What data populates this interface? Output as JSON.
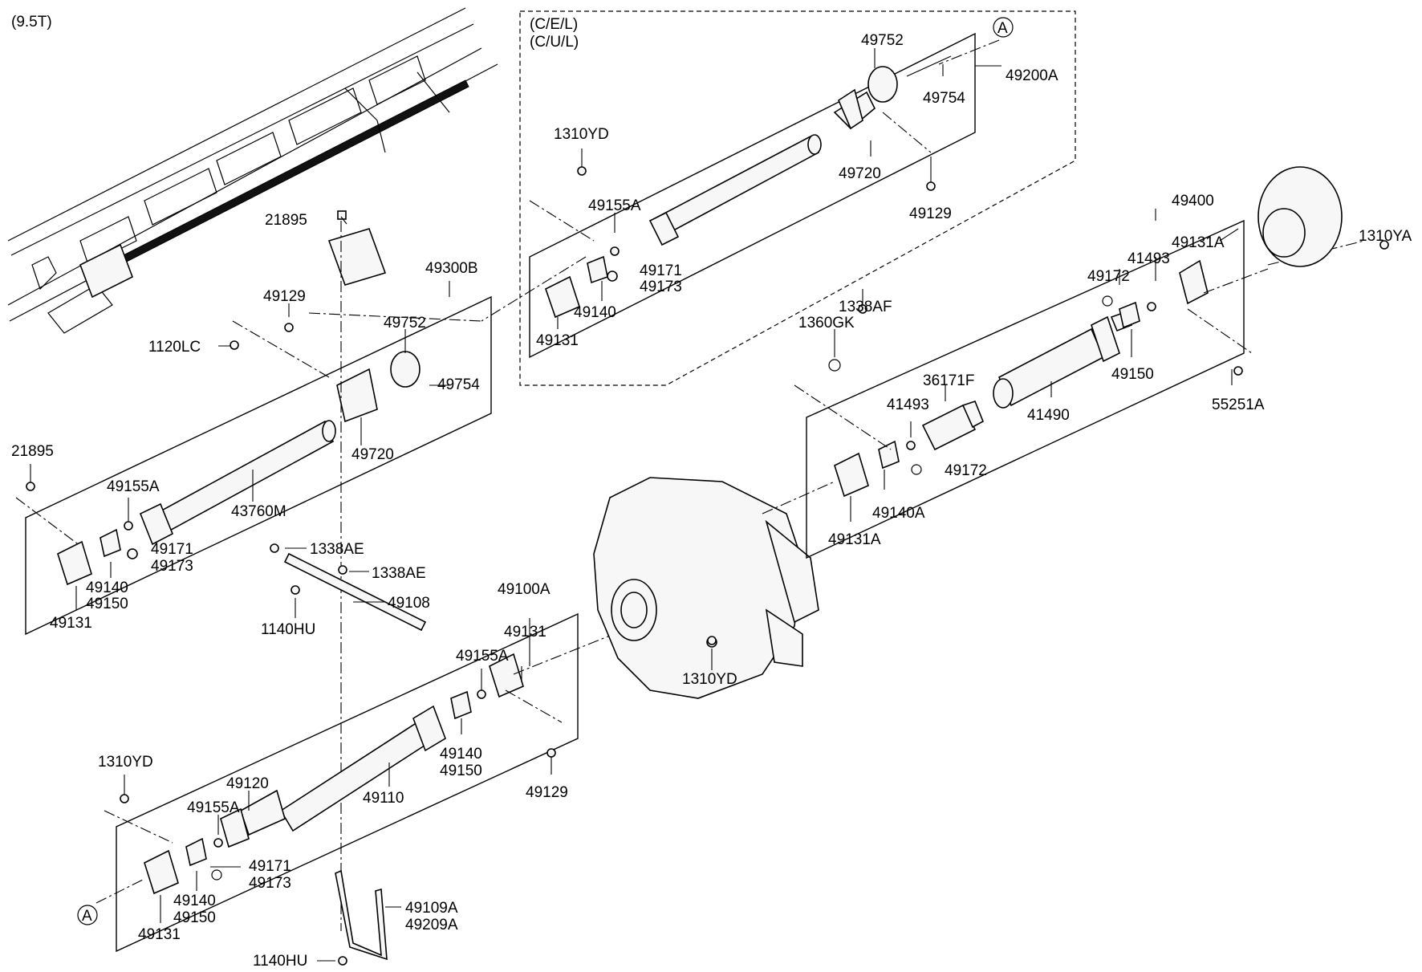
{
  "variant_label": "(9.5T)",
  "option_box": {
    "line1": "(C/E/L)",
    "line2": "(C/U/L)"
  },
  "ref_marker": "A",
  "callouts": [
    {
      "id": "c-49752-a",
      "text": "49752"
    },
    {
      "id": "c-49754-a",
      "text": "49754"
    },
    {
      "id": "c-49200a",
      "text": "49200A"
    },
    {
      "id": "c-1310yd-a",
      "text": "1310YD"
    },
    {
      "id": "c-49720-a",
      "text": "49720"
    },
    {
      "id": "c-49129-a",
      "text": "49129"
    },
    {
      "id": "c-49155a-a",
      "text": "49155A"
    },
    {
      "id": "c-49171-a",
      "text": "49171"
    },
    {
      "id": "c-49173-a",
      "text": "49173"
    },
    {
      "id": "c-49140-a",
      "text": "49140"
    },
    {
      "id": "c-49131-a",
      "text": "49131"
    },
    {
      "id": "c-21895-a",
      "text": "21895"
    },
    {
      "id": "c-49300b",
      "text": "49300B"
    },
    {
      "id": "c-49129-b",
      "text": "49129"
    },
    {
      "id": "c-1120lc",
      "text": "1120LC"
    },
    {
      "id": "c-49752-b",
      "text": "49752"
    },
    {
      "id": "c-49754-b",
      "text": "49754"
    },
    {
      "id": "c-49720-b",
      "text": "49720"
    },
    {
      "id": "c-21895-b",
      "text": "21895"
    },
    {
      "id": "c-49155a-b",
      "text": "49155A"
    },
    {
      "id": "c-43760m",
      "text": "43760M"
    },
    {
      "id": "c-49171-b",
      "text": "49171"
    },
    {
      "id": "c-49173-b",
      "text": "49173"
    },
    {
      "id": "c-49140-b",
      "text": "49140"
    },
    {
      "id": "c-49150-b",
      "text": "49150"
    },
    {
      "id": "c-49131-b",
      "text": "49131"
    },
    {
      "id": "c-1338ae-a",
      "text": "1338AE"
    },
    {
      "id": "c-1338ae-b",
      "text": "1338AE"
    },
    {
      "id": "c-49108",
      "text": "49108"
    },
    {
      "id": "c-1140hu-a",
      "text": "1140HU"
    },
    {
      "id": "c-49100a",
      "text": "49100A"
    },
    {
      "id": "c-49131-c",
      "text": "49131"
    },
    {
      "id": "c-49155a-c",
      "text": "49155A"
    },
    {
      "id": "c-1310yd-b",
      "text": "1310YD"
    },
    {
      "id": "c-49140-c",
      "text": "49140"
    },
    {
      "id": "c-49150-c",
      "text": "49150"
    },
    {
      "id": "c-49129-c",
      "text": "49129"
    },
    {
      "id": "c-1310yd-c",
      "text": "1310YD"
    },
    {
      "id": "c-49120",
      "text": "49120"
    },
    {
      "id": "c-49110",
      "text": "49110"
    },
    {
      "id": "c-49155a-d",
      "text": "49155A"
    },
    {
      "id": "c-49171-d",
      "text": "49171"
    },
    {
      "id": "c-49173-d",
      "text": "49173"
    },
    {
      "id": "c-49140-d",
      "text": "49140"
    },
    {
      "id": "c-49150-d",
      "text": "49150"
    },
    {
      "id": "c-49131-d",
      "text": "49131"
    },
    {
      "id": "c-49109a",
      "text": "49109A"
    },
    {
      "id": "c-49209a",
      "text": "49209A"
    },
    {
      "id": "c-1140hu-b",
      "text": "1140HU"
    },
    {
      "id": "c-49400",
      "text": "49400"
    },
    {
      "id": "c-1310ya",
      "text": "1310YA"
    },
    {
      "id": "c-49131a-a",
      "text": "49131A"
    },
    {
      "id": "c-41493-a",
      "text": "41493"
    },
    {
      "id": "c-49172-a",
      "text": "49172"
    },
    {
      "id": "c-1338af",
      "text": "1338AF"
    },
    {
      "id": "c-1360gk",
      "text": "1360GK"
    },
    {
      "id": "c-49150-e",
      "text": "49150"
    },
    {
      "id": "c-36171f",
      "text": "36171F"
    },
    {
      "id": "c-41493-b",
      "text": "41493"
    },
    {
      "id": "c-41490",
      "text": "41490"
    },
    {
      "id": "c-55251a",
      "text": "55251A"
    },
    {
      "id": "c-49172-b",
      "text": "49172"
    },
    {
      "id": "c-49140a",
      "text": "49140A"
    },
    {
      "id": "c-49131a-b",
      "text": "49131A"
    }
  ]
}
